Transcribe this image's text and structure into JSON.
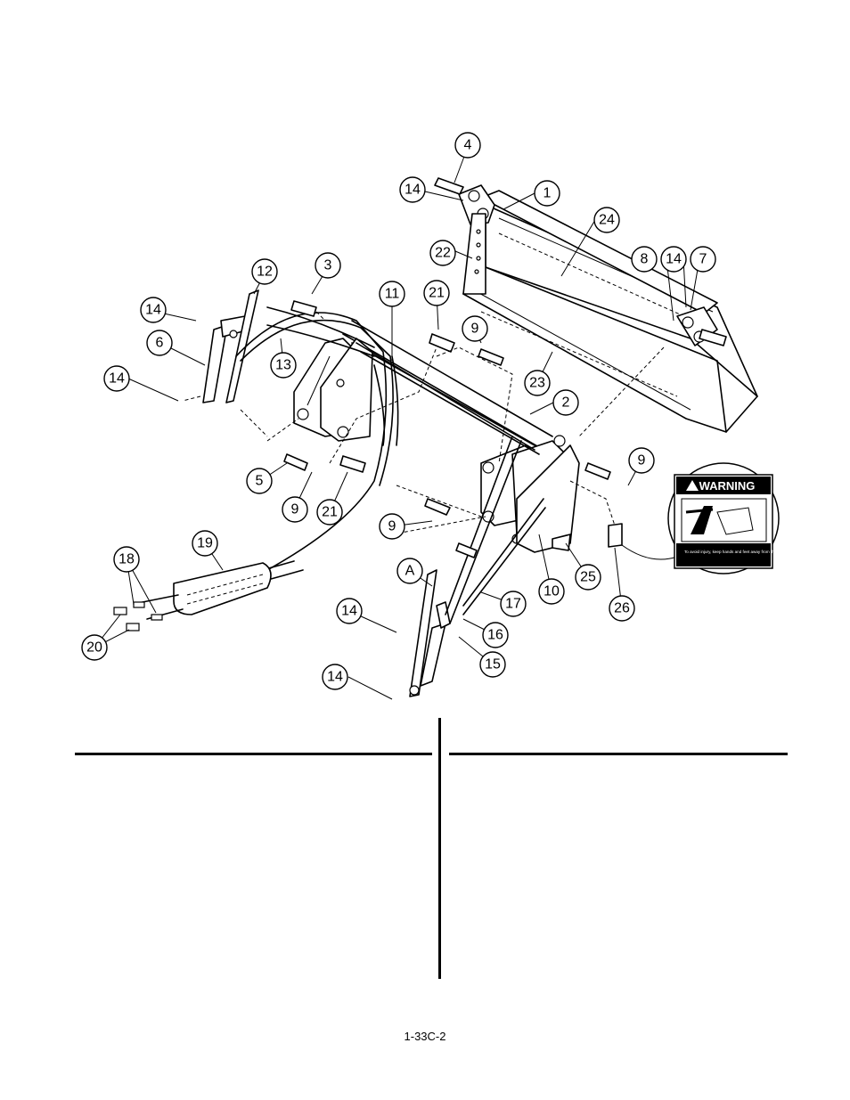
{
  "diagram": {
    "callouts": [
      "1",
      "2",
      "3",
      "4",
      "5",
      "6",
      "7",
      "8",
      "9",
      "9",
      "9",
      "9",
      "10",
      "11",
      "12",
      "13",
      "14",
      "14",
      "14",
      "14",
      "14",
      "14",
      "15",
      "16",
      "17",
      "18",
      "19",
      "20",
      "21",
      "21",
      "22",
      "23",
      "24",
      "25",
      "26",
      "A"
    ]
  },
  "warning_decal": {
    "heading": "WARNING",
    "body": "To avoid injury, keep hands and feet away from this area."
  },
  "footer": {
    "page_number": "1-33C-2"
  }
}
